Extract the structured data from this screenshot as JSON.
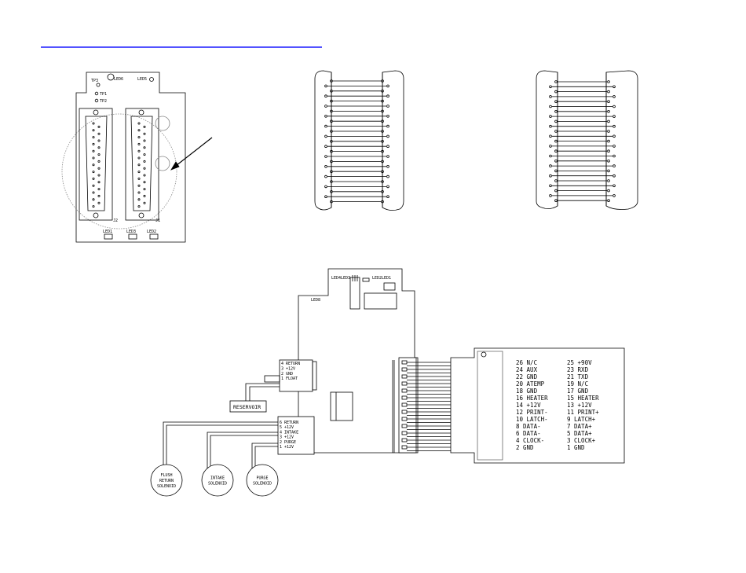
{
  "header": {
    "link_text": "",
    "link_color": "#1a1aff"
  },
  "pcb_board": {
    "labels": [
      "LED6",
      "LED5",
      "TP3",
      "TP1",
      "TP2",
      "LED1",
      "LED3",
      "LED2",
      "J2",
      "J1"
    ]
  },
  "connector_a": {
    "pins": 13
  },
  "connector_b": {
    "pins": 13
  },
  "main_board": {
    "header_labels": [
      "LED4",
      "LED3",
      "LED2",
      "LED1"
    ],
    "side_label": "LED8",
    "j5_pins": [
      "4 RETURN",
      "3 +12V",
      "2 GND",
      "1 FLOAT"
    ],
    "reservoir_label": "RESERVOIR",
    "j6_pins": [
      "6 RETURN",
      "5 +12V",
      "4 INTAKE",
      "3 +12V",
      "2 PURGE",
      "1 +12V"
    ],
    "solenoids": [
      [
        "FLUSH",
        "RETURN",
        "SOLENOID"
      ],
      [
        "INTAKE",
        "SOLENOID"
      ],
      [
        "PURGE",
        "SOLENOID"
      ]
    ]
  },
  "ribbon": {
    "pins_left": [
      "26 N/C",
      "24 AUX",
      "22 GND",
      "20 ATEMP",
      "18 GND",
      "16 HEATER",
      "14 +12V",
      "12 PRINT-",
      "10 LATCH-",
      "8 DATA-",
      "6 DATA-",
      "4 CLOCK-",
      "2 GND"
    ],
    "pins_right": [
      "25 +90V",
      "23 RXD",
      "21 TXD",
      "19 N/C",
      "17 GND",
      "15 HEATER",
      "13 +12V",
      "11 PRINT+",
      "9 LATCH+",
      "7 DATA+",
      "5 DATA+",
      "3 CLOCK+",
      "1 GND"
    ]
  }
}
